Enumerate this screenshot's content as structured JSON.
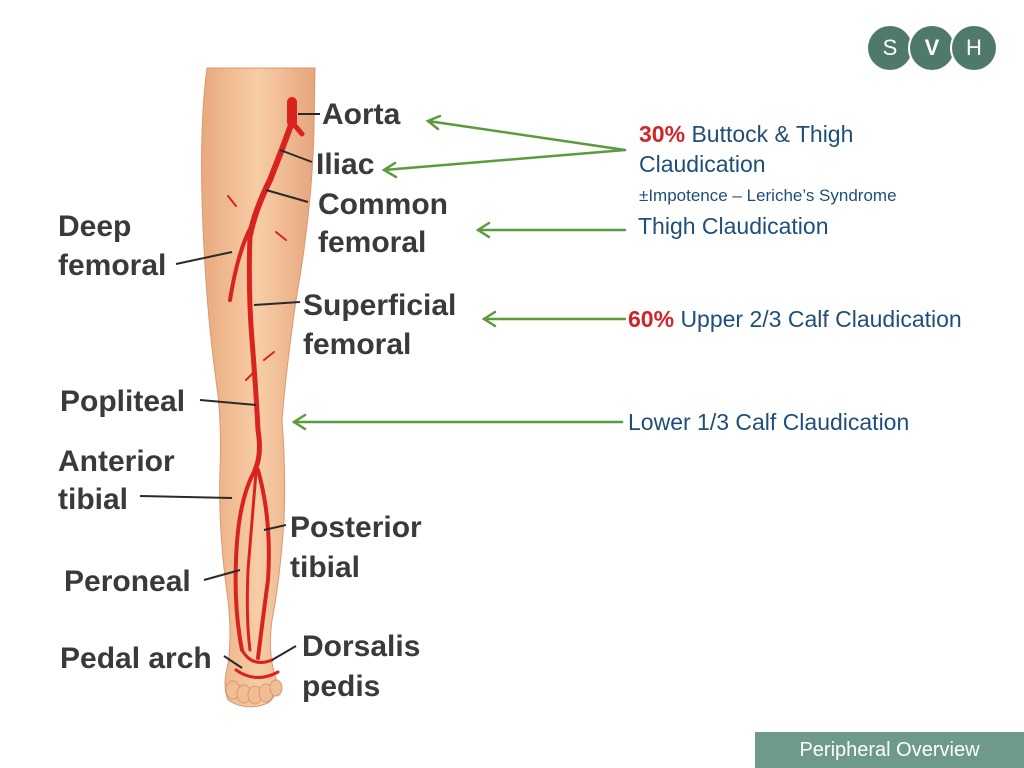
{
  "logo": {
    "letters": [
      "S",
      "V",
      "H"
    ]
  },
  "anatomy_labels": {
    "aorta": "Aorta",
    "iliac": "Iliac",
    "common_femoral_1": "Common",
    "common_femoral_2": "femoral",
    "deep_femoral_1": "Deep",
    "deep_femoral_2": "femoral",
    "superficial_femoral_1": "Superficial",
    "superficial_femoral_2": "femoral",
    "popliteal": "Popliteal",
    "anterior_tibial_1": "Anterior",
    "anterior_tibial_2": "tibial",
    "posterior_tibial_1": "Posterior",
    "posterior_tibial_2": "tibial",
    "peroneal": "Peroneal",
    "pedal_arch": "Pedal arch",
    "dorsalis_pedis_1": "Dorsalis",
    "dorsalis_pedis_2": "pedis"
  },
  "annotations": {
    "aortoiliac": {
      "percent": "30%",
      "line1": "Buttock & Thigh",
      "line2": "Claudication",
      "line3": "±Impotence – Leriche’s Syndrome"
    },
    "common_femoral": {
      "text": "Thigh Claudication"
    },
    "superficial_femoral": {
      "percent": "60%",
      "text": "Upper 2/3 Calf Claudication"
    },
    "tibial": {
      "text": "Lower 1/3 Calf Claudication"
    }
  },
  "footer": {
    "label": "Peripheral Overview"
  },
  "colors": {
    "artery": "#d8231f",
    "arrow": "#5c9a3e",
    "note_text": "#1f4e79",
    "percent_text": "#d2232a",
    "logo": "#4f7a6b",
    "footer_bg": "#6e9a8c"
  }
}
